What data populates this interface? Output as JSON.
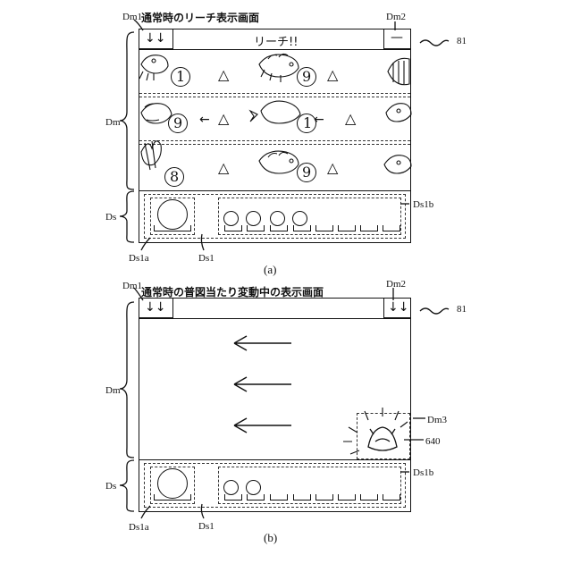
{
  "panel_a": {
    "title": "通常時のリーチ表示画面",
    "caption": "(a)",
    "label_dm1": "Dm1",
    "label_dm2": "Dm2",
    "label_81": "81",
    "label_dm": "Dm",
    "label_ds": "Ds",
    "label_ds1a": "Ds1a",
    "label_ds1": "Ds1",
    "label_ds1b": "Ds1b",
    "reach_text": "リーチ!!",
    "dm1_arrows": "↓↓",
    "dm2_symbol": "—",
    "reels": [
      {
        "left_num": "1",
        "center_num": "9",
        "right_num": ""
      },
      {
        "left_num": "9",
        "center_num": "1",
        "right_num": ""
      },
      {
        "left_num": "8",
        "center_num": "9",
        "right_num": ""
      }
    ],
    "triangle": "△",
    "left_arrow": "←",
    "held_circles": 4
  },
  "panel_b": {
    "title": "通常時の普図当たり変動中の表示画面",
    "caption": "(b)",
    "label_dm1": "Dm1",
    "label_dm2": "Dm2",
    "label_81": "81",
    "label_dm": "Dm",
    "label_ds": "Ds",
    "label_ds1a": "Ds1a",
    "label_ds1": "Ds1",
    "label_ds1b": "Ds1b",
    "label_dm3": "Dm3",
    "label_640": "640",
    "dm1_arrows": "↓↓",
    "dm2_arrows": "↓↓",
    "held_circles": 2
  }
}
